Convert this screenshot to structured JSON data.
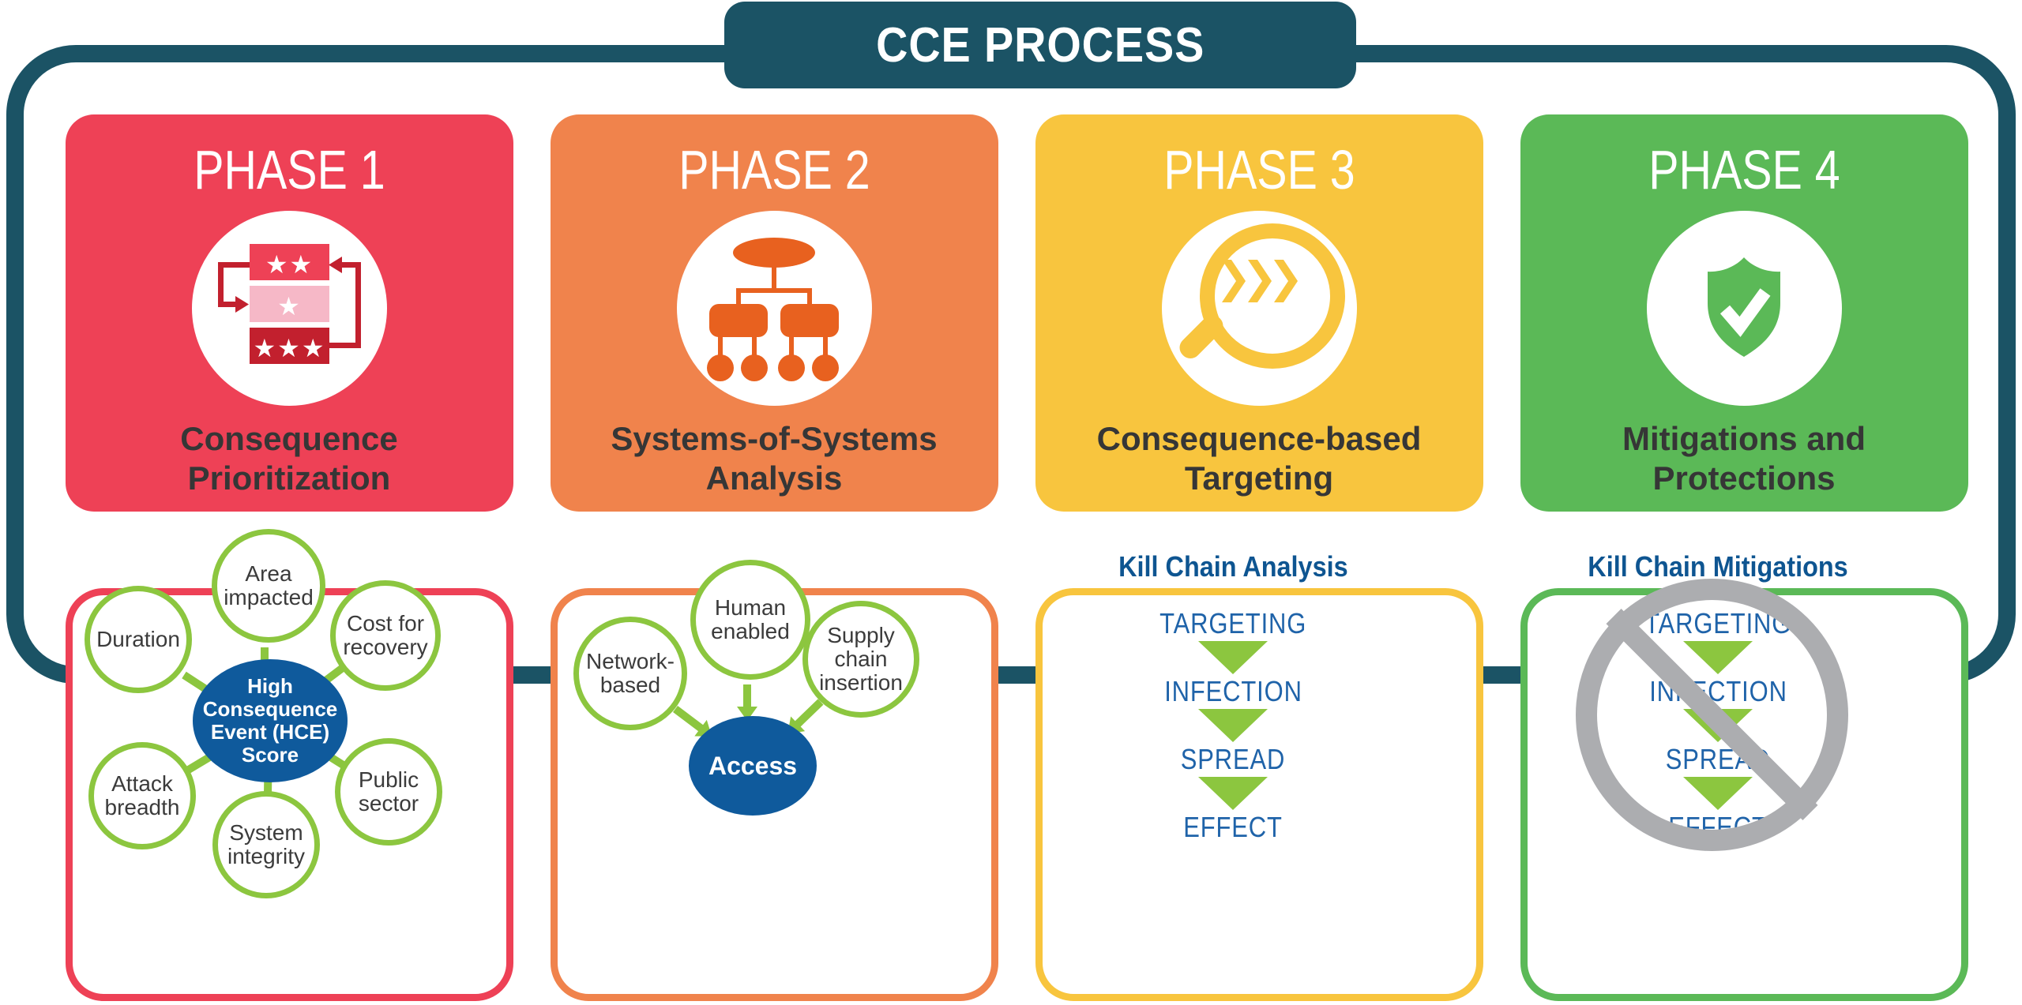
{
  "header": {
    "title": "CCE PROCESS"
  },
  "colors": {
    "teal": "#1B5365",
    "red": "#EE4156",
    "red-dark": "#C2202E",
    "pink": "#F6B8C7",
    "orange": "#F0834C",
    "orange-deep": "#E8611F",
    "yellow": "#F8C53E",
    "green": "#5BB957",
    "lime": "#8CC63F",
    "blue": "#0F5A9C",
    "blue-title": "#0E5591",
    "blue-step": "#1F63A9",
    "gray": "#ACADB0",
    "ink": "#3B3B3B"
  },
  "phases": [
    {
      "label": "PHASE 1",
      "title": "Consequence Prioritization",
      "icon": "priority-ranking-icon"
    },
    {
      "label": "PHASE 2",
      "title": "Systems-of-Systems Analysis",
      "icon": "system-hierarchy-icon"
    },
    {
      "label": "PHASE 3",
      "title": "Consequence-based Targeting",
      "icon": "magnifier-chevrons-icon"
    },
    {
      "label": "PHASE 4",
      "title": "Mitigations and Protections",
      "icon": "shield-check-icon"
    }
  ],
  "phase1_icon": {
    "star_rows": [
      "★★",
      "★",
      "★★★"
    ]
  },
  "diagram1": {
    "center": "High Consequence Event (HCE) Score",
    "factors": [
      "Area impacted",
      "Duration",
      "Cost for recovery",
      "Attack breadth",
      "System integrity",
      "Public sector"
    ]
  },
  "diagram2": {
    "center": "Access",
    "factors": [
      "Network-based",
      "Human enabled",
      "Supply chain insertion"
    ]
  },
  "diagram3": {
    "title": "Kill Chain Analysis",
    "steps": [
      "TARGETING",
      "INFECTION",
      "SPREAD",
      "EFFECT"
    ]
  },
  "diagram4": {
    "title": "Kill Chain Mitigations",
    "steps": [
      "TARGETING",
      "INFECTION",
      "SPREAD",
      "EFFECT"
    ]
  }
}
